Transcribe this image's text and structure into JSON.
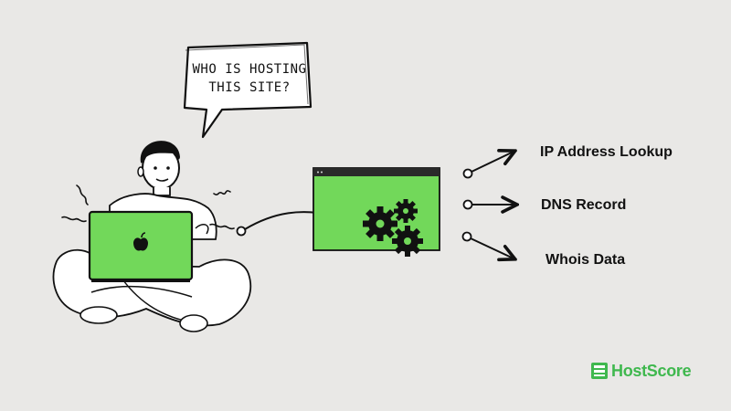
{
  "speech_bubble": {
    "line1": "Who is hosting",
    "line2": "this site?"
  },
  "outputs": [
    {
      "label": "IP Address Lookup"
    },
    {
      "label": "DNS Record"
    },
    {
      "label": "Whois Data"
    }
  ],
  "brand": {
    "name": "HostScore"
  },
  "colors": {
    "background": "#e9e8e6",
    "accent_green": "#72d85a",
    "brand_green": "#3fb84e",
    "ink": "#111111",
    "window_bar": "#2a2a2a"
  },
  "icons": [
    "user-illustration",
    "laptop-icon",
    "apple-logo-icon",
    "browser-window-icon",
    "gears-icon",
    "server-logo-icon"
  ]
}
